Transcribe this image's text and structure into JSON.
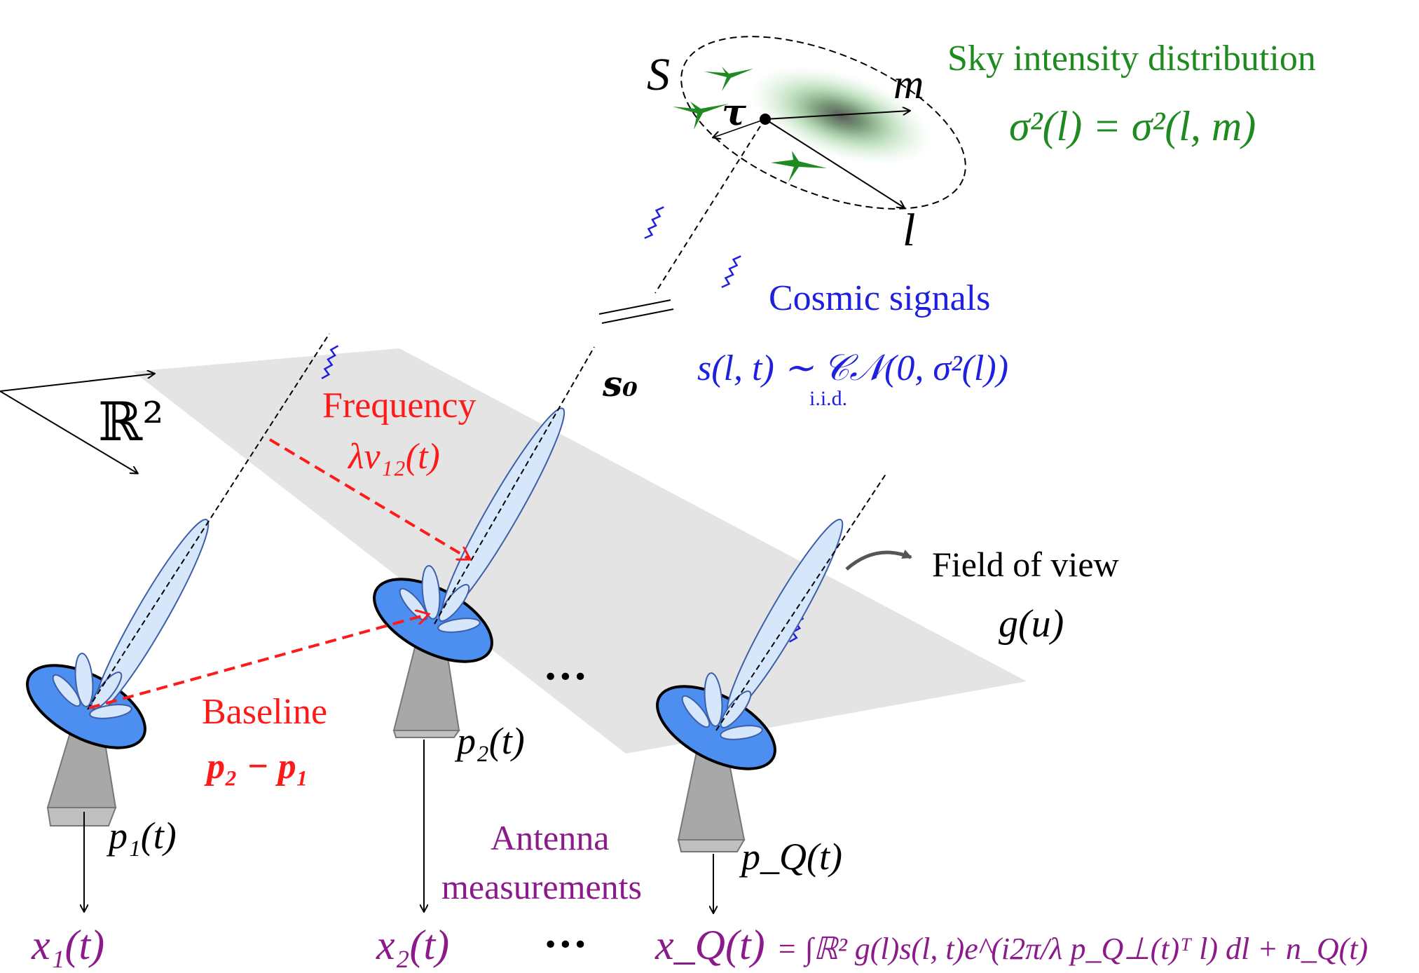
{
  "colors": {
    "sky_green": "#1f8a1f",
    "cosmic_blue": "#1f1fe0",
    "red": "#ff1a1a",
    "purple": "#8b1a8b",
    "plane_gray": "#e4e4e4",
    "beam_fill": "#d6e6fb",
    "beam_stroke": "#3d5fa8",
    "dish_blue": "#4d8ff0",
    "pedestal_gray": "#a8a8a8"
  },
  "sky": {
    "title": "Sky intensity distribution",
    "formula": "σ²(l) = σ²(l, m)",
    "set_symbol": "S",
    "center_symbol": "τ",
    "axis_m": "m",
    "axis_l": "l"
  },
  "cosmic": {
    "title": "Cosmic signals",
    "formula": "s(l, t) ∼ 𝒞𝒩(0, σ²(l))",
    "iid": "i.i.d."
  },
  "plane": {
    "symbol": "ℝ²"
  },
  "direction": {
    "symbol": "s₀"
  },
  "frequency": {
    "title": "Frequency",
    "formula": "λν₁₂(t)"
  },
  "baseline": {
    "title": "Baseline",
    "formula": "p₂ − p₁"
  },
  "fov": {
    "title": "Field of view",
    "formula": "g(u)"
  },
  "antennas": [
    {
      "position": "p₁(t)",
      "output": "x₁(t)"
    },
    {
      "position": "p₂(t)",
      "output": "x₂(t)"
    },
    {
      "position": "p_Q(t)",
      "output": "x_Q(t)"
    }
  ],
  "ellipsis": "•••",
  "measurements": {
    "title_line1": "Antenna",
    "title_line2": "measurements",
    "equation": "= ∫ℝ² g(l)s(l, t)e^(i2π/λ p_Q⊥(t)ᵀ l) dl + n_Q(t)"
  }
}
